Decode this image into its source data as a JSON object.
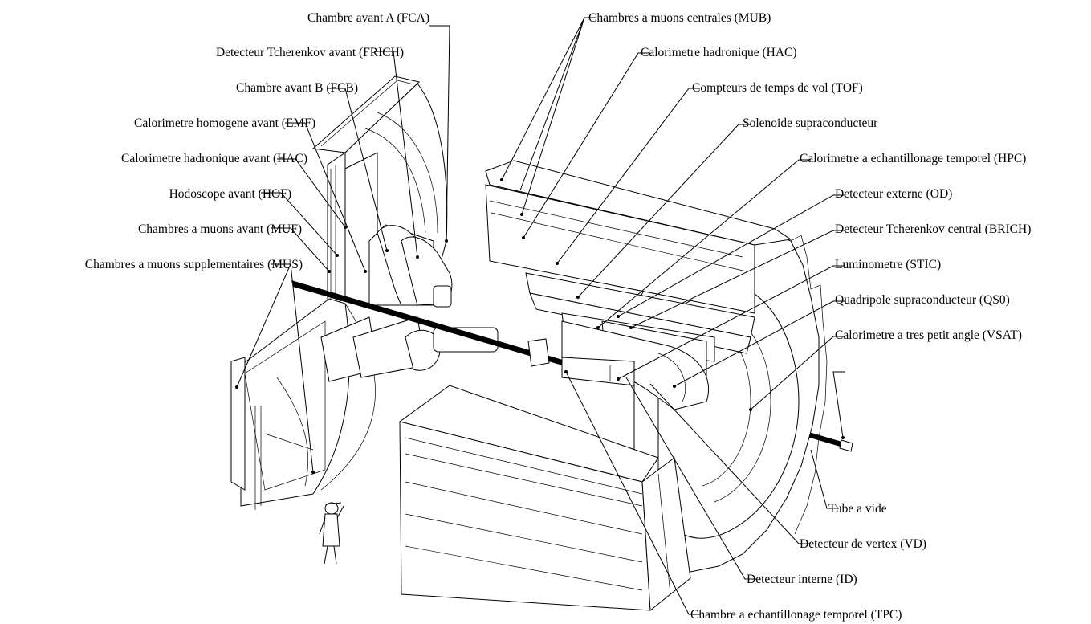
{
  "figure": {
    "labels_left": [
      {
        "id": "fca",
        "text": "Chambre avant A  (FCA)"
      },
      {
        "id": "frich",
        "text": "Detecteur Tcherenkov avant  (FRICH)"
      },
      {
        "id": "fcb",
        "text": "Chambre avant B  (FCB)"
      },
      {
        "id": "emf",
        "text": "Calorimetre homogene avant  (EMF)"
      },
      {
        "id": "hacf",
        "text": "Calorimetre hadronique avant  (HAC)"
      },
      {
        "id": "hof",
        "text": "Hodoscope avant  (HOF)"
      },
      {
        "id": "muf",
        "text": "Chambres a muons avant  (MUF)"
      },
      {
        "id": "mus",
        "text": "Chambres a muons supplementaires  (MUS)"
      }
    ],
    "labels_right": [
      {
        "id": "mub",
        "text": "Chambres a muons centrales  (MUB)"
      },
      {
        "id": "hac",
        "text": "Calorimetre hadronique  (HAC)"
      },
      {
        "id": "tof",
        "text": "Compteurs de temps de vol  (TOF)"
      },
      {
        "id": "sol",
        "text": "Solenoide supraconducteur"
      },
      {
        "id": "hpc",
        "text": "Calorimetre a echantillonage temporel  (HPC)"
      },
      {
        "id": "od",
        "text": "Detecteur externe  (OD)"
      },
      {
        "id": "brich",
        "text": "Detecteur Tcherenkov central  (BRICH)"
      },
      {
        "id": "stic",
        "text": "Luminometre  (STIC)"
      },
      {
        "id": "qs0",
        "text": "Quadripole supraconducteur  (QS0)"
      },
      {
        "id": "vsat",
        "text": "Calorimetre a tres petit angle  (VSAT)"
      }
    ],
    "labels_bottom": [
      {
        "id": "tube",
        "text": "Tube a vide"
      },
      {
        "id": "vd",
        "text": "Detecteur de vertex  (VD)"
      },
      {
        "id": "id",
        "text": "Detecteur interne  (ID)"
      },
      {
        "id": "tpc",
        "text": "Chambre a echantillonage temporel  (TPC)"
      }
    ]
  }
}
